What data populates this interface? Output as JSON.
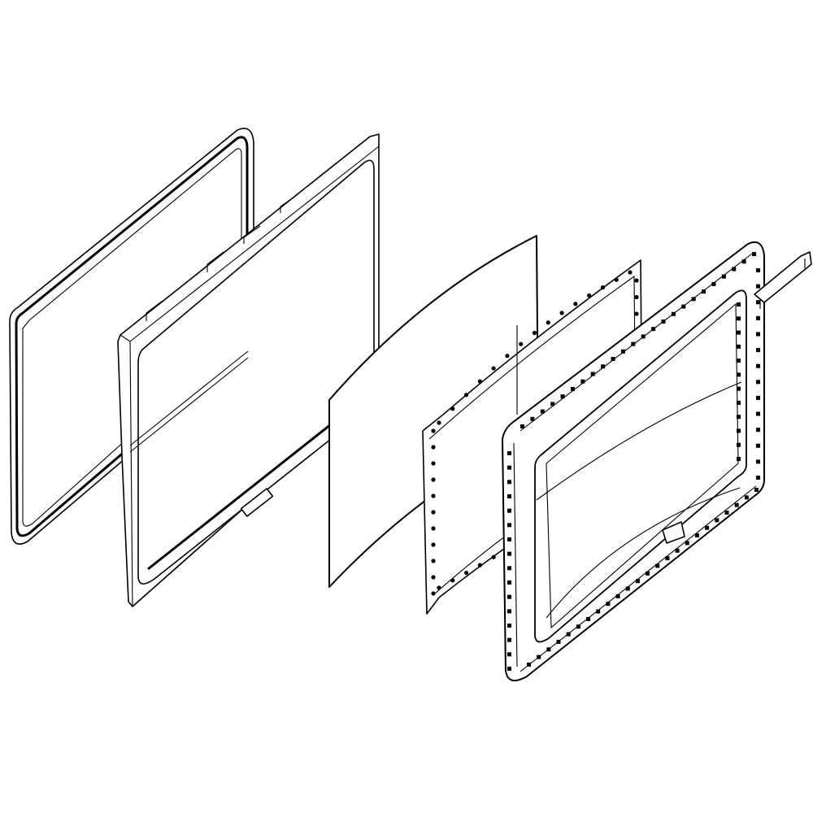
{
  "canvas": {
    "background": "#ffffff",
    "line_color": "#000000"
  },
  "diagram": {
    "type": "exploded-view line drawing",
    "components": [
      {
        "id": "door-gasket",
        "icon": "gasket-frame"
      },
      {
        "id": "inner-door-panel",
        "icon": "panel-frame"
      },
      {
        "id": "glass-sheet",
        "icon": "curved-sheet"
      },
      {
        "id": "mesh-screen",
        "icon": "perforated-sheet"
      },
      {
        "id": "outer-door-frame",
        "icon": "frame-with-choke"
      },
      {
        "id": "bracket",
        "icon": "bracket"
      }
    ]
  }
}
